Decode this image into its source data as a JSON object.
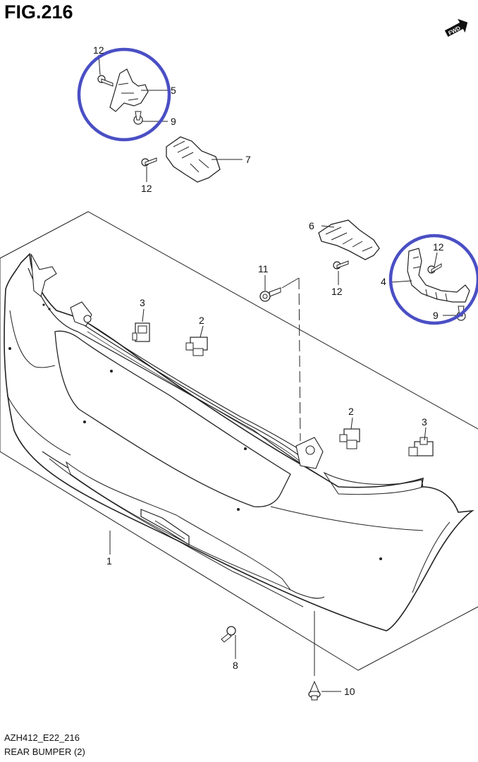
{
  "figure": {
    "title": "FIG.216",
    "fwd_badge": "FWD"
  },
  "callouts": {
    "c1": "1",
    "c2a": "2",
    "c2b": "2",
    "c3a": "3",
    "c3b": "3",
    "c4": "4",
    "c5": "5",
    "c6": "6",
    "c7": "7",
    "c8": "8",
    "c9a": "9",
    "c9b": "9",
    "c10": "10",
    "c11": "11",
    "c12a": "12",
    "c12b": "12",
    "c12c": "12",
    "c12d": "12"
  },
  "highlight_color": "#4a4fc4",
  "footer": {
    "code": "AZH412_E22_216",
    "name": "REAR BUMPER (2)"
  }
}
